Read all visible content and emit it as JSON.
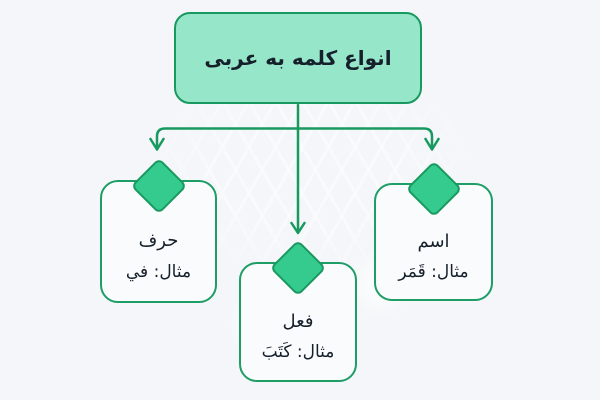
{
  "diagram": {
    "type": "flowchart",
    "direction": "top-down",
    "language": "fa-ar",
    "root": {
      "id": "root",
      "label": "انواع کلمه به عربی"
    },
    "nodes": [
      {
        "id": "harf",
        "label": "حرف",
        "example": "مثال: في"
      },
      {
        "id": "fel",
        "label": "فعل",
        "example": "مثال: كَتَبَ"
      },
      {
        "id": "esm",
        "label": "اسم",
        "example": "مثال: قَمَر"
      }
    ],
    "edges": [
      {
        "from": "root",
        "to": "harf"
      },
      {
        "from": "root",
        "to": "fel"
      },
      {
        "from": "root",
        "to": "esm"
      }
    ],
    "colors": {
      "background": "#f4f6f9",
      "stroke": "#18995f",
      "root_fill": "#96e7c9",
      "diamond_fill": "#36cb8e",
      "node_fill": "#fafbfd",
      "node_stroke": "#1e9e66",
      "text": "#15202b"
    }
  }
}
